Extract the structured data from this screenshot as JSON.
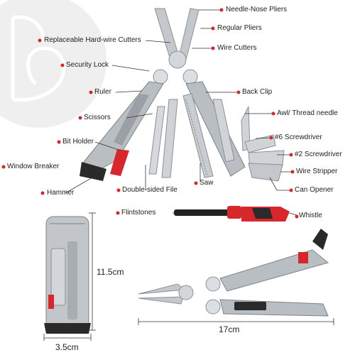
{
  "colors": {
    "accent": "#d7262c",
    "steel": "#b9bec3",
    "steel_dark": "#7d8388",
    "ink": "#222222",
    "logo_bg": "#eeeeee"
  },
  "logo": {
    "icon": "brand-logo-icon"
  },
  "labels": {
    "needle_nose": "Needle-Nose Pliers",
    "regular_pliers": "Regular Pliers",
    "hardwire_cutters": "Replaceable Hard-wire Cutters",
    "wire_cutters": "Wire Cutters",
    "security_lock": "Security Lock",
    "ruler": "Ruler",
    "back_clip": "Back Clip",
    "scissors": "Scissors",
    "awl": "Awl/ Thread needle",
    "bit_holder": "Bit Holder",
    "screwdriver_6": "#6 Screwdriver",
    "window_breaker": "Window Breaker",
    "screwdriver_2": "#2 Screwdriver",
    "wire_stripper": "Wire Stripper",
    "hammer": "Hammer",
    "file": "Double-sided File",
    "saw": "Saw",
    "can_opener": "Can Opener",
    "flintstones": "Flintstones",
    "whistle": "Whistle"
  },
  "dimensions": {
    "height": "11.5cm",
    "width_closed": "3.5cm",
    "length_open": "17cm"
  }
}
